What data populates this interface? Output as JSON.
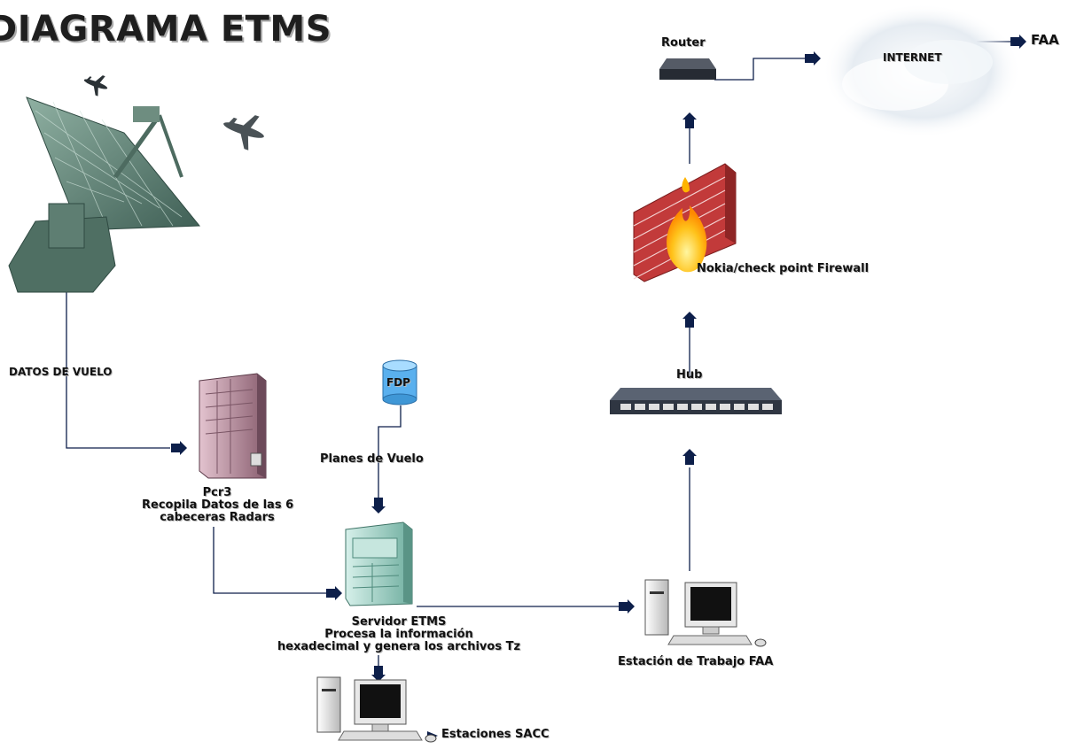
{
  "title": "DIAGRAMA ETMS",
  "labels": {
    "router": "Router",
    "internet": "INTERNET",
    "faa": "FAA",
    "firewall": "Nokia/check point Firewall",
    "hub": "Hub",
    "datos_vuelo": "DATOS DE VUELO",
    "fdp": "FDP",
    "planes_vuelo": "Planes de Vuelo",
    "pcr3_name": "Pcr3",
    "pcr3_desc_1": "Recopila Datos de las 6",
    "pcr3_desc_2": "cabeceras Radars",
    "servidor_name": "Servidor ETMS",
    "servidor_desc_1": "Procesa la información",
    "servidor_desc_2": "hexadecimal y genera los archivos Tz",
    "estacion_faa": "Estación de Trabajo FAA",
    "estaciones_sacc": "Estaciones SACC"
  },
  "colors": {
    "line": "#0d1f4a",
    "arrow": "#0d1f4a",
    "dish": "#5f7f72",
    "server_pink": "#b58a9a",
    "server_green": "#9ed2c7",
    "brick": "#c23a3a",
    "flame": "#ffb400",
    "hub": "#3a4250"
  },
  "icons": [
    "radar-dish-icon",
    "airplane-icon",
    "server-tower-icon",
    "database-icon",
    "workstation-icon",
    "hub-icon",
    "firewall-icon",
    "router-icon",
    "cloud-icon"
  ]
}
